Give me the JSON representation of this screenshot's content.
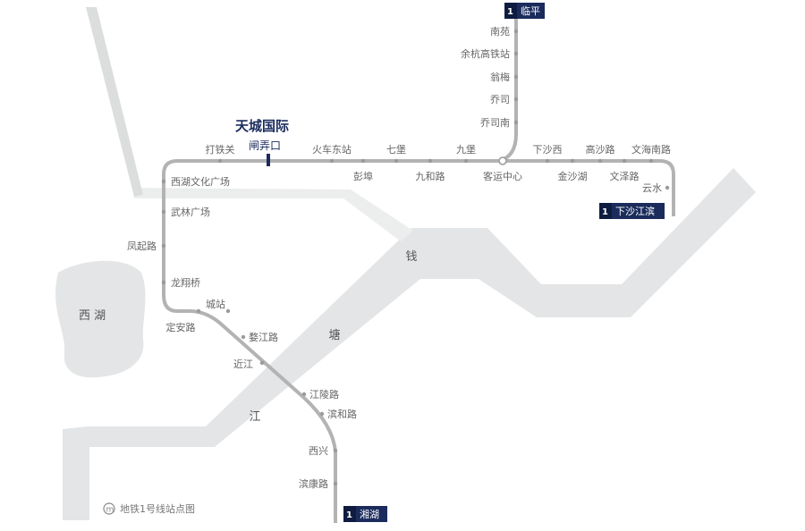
{
  "highlight": {
    "title": "天城国际",
    "subtitle": "闸弄口"
  },
  "line_number": "1",
  "terminals": [
    {
      "name": "临平"
    },
    {
      "name": "下沙江滨"
    },
    {
      "name": "湘湖"
    }
  ],
  "stations": [
    "南苑",
    "余杭高铁站",
    "翁梅",
    "乔司",
    "乔司南",
    "打铁关",
    "闸弄口",
    "火车东站",
    "七堡",
    "九堡",
    "下沙西",
    "高沙路",
    "文海南路",
    "彭埠",
    "九和路",
    "客运中心",
    "金沙湖",
    "文泽路",
    "云水",
    "西湖文化广场",
    "武林广场",
    "凤起路",
    "龙翔桥",
    "城站",
    "定安路",
    "婺江路",
    "近江",
    "江陵路",
    "滨和路",
    "西兴",
    "滨康路"
  ],
  "river_chars": [
    "钱",
    "塘",
    "江"
  ],
  "lake_label": "西 湖",
  "legend": {
    "icon": "m",
    "text": "地铁1号线站点图"
  },
  "colors": {
    "line": "#b3b3b3",
    "river": "#e4e5e6",
    "river_light": "#eeeeef",
    "lake": "#e4e5e6",
    "road": "#dcdede",
    "highlight": "#1a2b5c",
    "terminal_bg": "#1a2b5c",
    "terminal_num_bg": "#0f1c40",
    "station_text": "#666666"
  }
}
